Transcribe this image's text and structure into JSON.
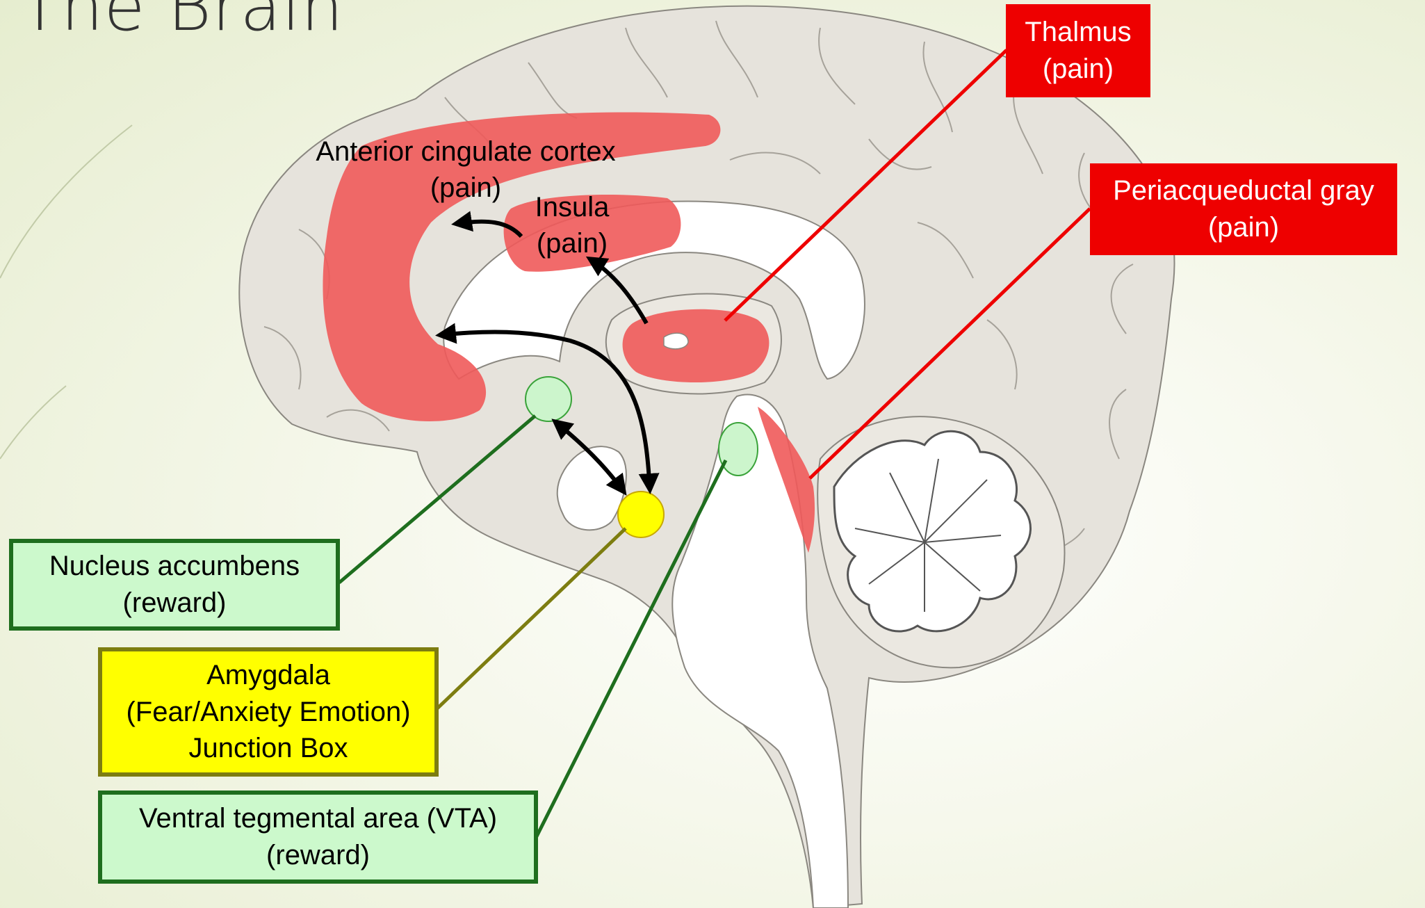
{
  "slide": {
    "title": "The Brain"
  },
  "labels": {
    "thalamus": {
      "name": "Thalmus",
      "role": "(pain)"
    },
    "pag": {
      "name": "Periacqueductal gray",
      "role": "(pain)"
    },
    "acc": {
      "name": "Anterior cingulate cortex",
      "role": "(pain)"
    },
    "insula": {
      "name": "Insula",
      "role": "(pain)"
    },
    "nucleus_accumbens": {
      "name": "Nucleus accumbens",
      "role": "(reward)"
    },
    "amygdala": {
      "name": "Amygdala",
      "role": "(Fear/Anxiety Emotion)",
      "extra": "Junction Box"
    },
    "vta": {
      "name": "Ventral tegmental area (VTA)",
      "role": "(reward)"
    }
  },
  "colors": {
    "pain_region": "#f05a5a",
    "pain_label_bg": "#ee0000",
    "reward_region": "#ccf5cc",
    "reward_border": "#1e6e1e",
    "amygdala_fill": "#ffff00",
    "amygdala_border": "#7d7d10",
    "brain_fill": "#e6e3dc"
  }
}
